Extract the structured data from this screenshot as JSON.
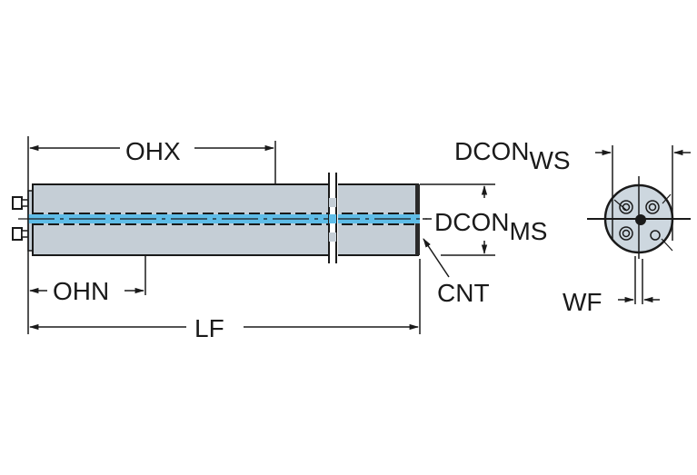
{
  "diagram": {
    "type": "technical-drawing",
    "subject": "cylindrical shank tool with coolant channel",
    "colors": {
      "body_fill": "#c5ced6",
      "coolant_channel": "#5fbde8",
      "line": "#1a1a1a",
      "end_face_fill": "#cdd7df"
    },
    "dimensions": {
      "ohx": "OHX",
      "ohn": "OHN",
      "lf": "LF",
      "cnt": "CNT",
      "dcon_ms_main": "DCON",
      "dcon_ms_sub": "MS",
      "dcon_ws_main": "DCON",
      "dcon_ws_sub": "WS",
      "wf": "WF"
    }
  }
}
